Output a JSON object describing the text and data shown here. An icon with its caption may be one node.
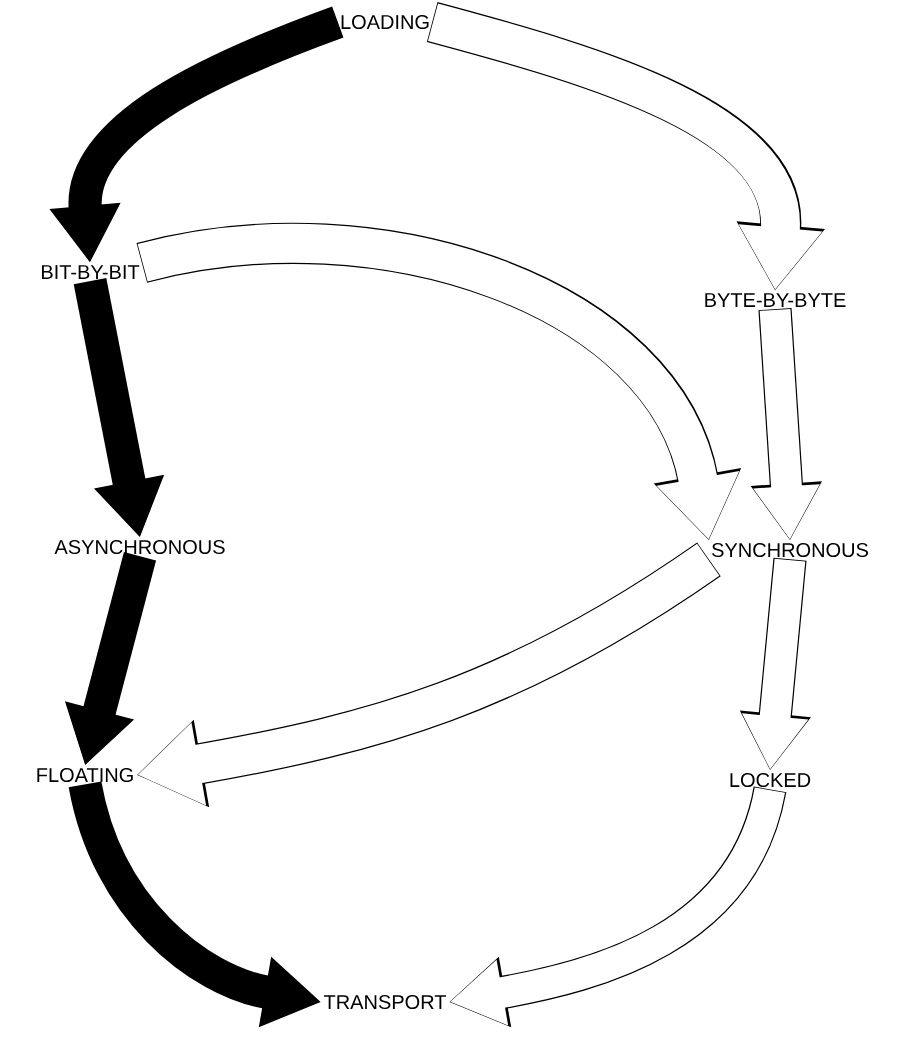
{
  "diagram": {
    "nodes": [
      {
        "text": [
          "LOADING"
        ]
      },
      {
        "text": [
          "BIT-BY-BIT"
        ]
      },
      {
        "text": [
          "BYTE-BY-BYTE"
        ]
      },
      {
        "text": [
          "ASYNCHRONOUS"
        ]
      },
      {
        "text": [
          "SYNCHRONOUS"
        ]
      },
      {
        "text": [
          "FLOATING"
        ]
      },
      {
        "text": [
          "LOCKED"
        ]
      },
      {
        "text": [
          "TRANSPORT"
        ]
      }
    ],
    "edges": [
      {
        "from": 0,
        "to": 1,
        "arrow": "to",
        "color": "#000000"
      },
      {
        "from": 0,
        "to": 2,
        "arrow": "to",
        "color": "#ffffff"
      },
      {
        "from": 1,
        "to": 3,
        "arrow": "to",
        "color": "#000000"
      },
      {
        "from": 1,
        "to": 4,
        "arrow": "to",
        "color": "#ffffff"
      },
      {
        "from": 2,
        "to": 4,
        "arrow": "to",
        "color": "#ffffff"
      },
      {
        "from": 4,
        "to": 5,
        "arrow": "to",
        "color": "#ffffff"
      },
      {
        "from": 3,
        "to": 5,
        "arrow": "to",
        "color": "#000000"
      },
      {
        "from": 4,
        "to": 6,
        "arrow": "to",
        "color": "#ffffff"
      },
      {
        "from": 5,
        "to": 7,
        "arrow": "to",
        "color": "#000000"
      },
      {
        "from": 6,
        "to": 7,
        "arrow": "to",
        "color": "#ffffff"
      }
    ]
  }
}
